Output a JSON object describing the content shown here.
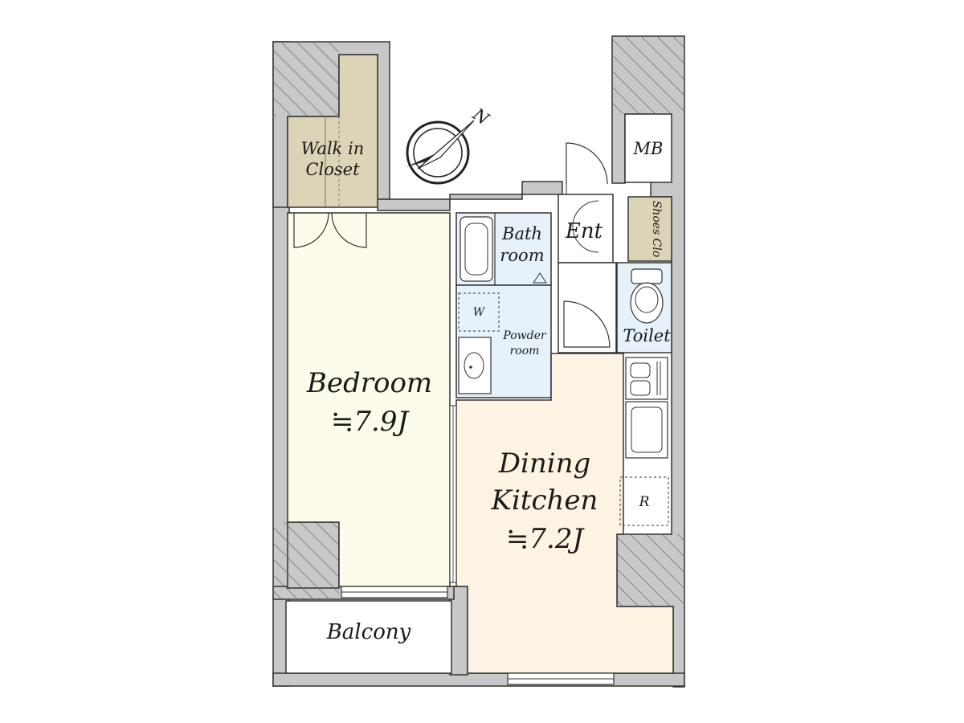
{
  "floor_plan": {
    "colors": {
      "wall": "#c8c8c8",
      "wall_hatch_line": "#555555",
      "outline": "#333333",
      "bedroom_fill": "#fdfbe9",
      "dining_fill": "#fdf3e3",
      "closet_fill": "#dcd4b6",
      "wet_fill": "#e6f1fa",
      "white_fill": "#ffffff"
    },
    "compass": {
      "north_label": "N"
    },
    "rooms": {
      "walk_in_closet": {
        "line1": "Walk in",
        "line2": "Closet"
      },
      "bedroom": {
        "name": "Bedroom",
        "area": "≒7.9J"
      },
      "bath_room": {
        "line1": "Bath",
        "line2": "room"
      },
      "powder_room": {
        "line1": "Powder",
        "line2": "room"
      },
      "washer": {
        "label": "W"
      },
      "entrance": {
        "label": "Ent"
      },
      "meter_box": {
        "label": "MB"
      },
      "shoes_closet": {
        "label": "Shoes Clo"
      },
      "toilet": {
        "label": "Toilet"
      },
      "dining_kitchen": {
        "line1": "Dining",
        "line2": "Kitchen",
        "area": "≒7.2J"
      },
      "refrigerator": {
        "label": "R"
      },
      "balcony": {
        "label": "Balcony"
      }
    }
  }
}
